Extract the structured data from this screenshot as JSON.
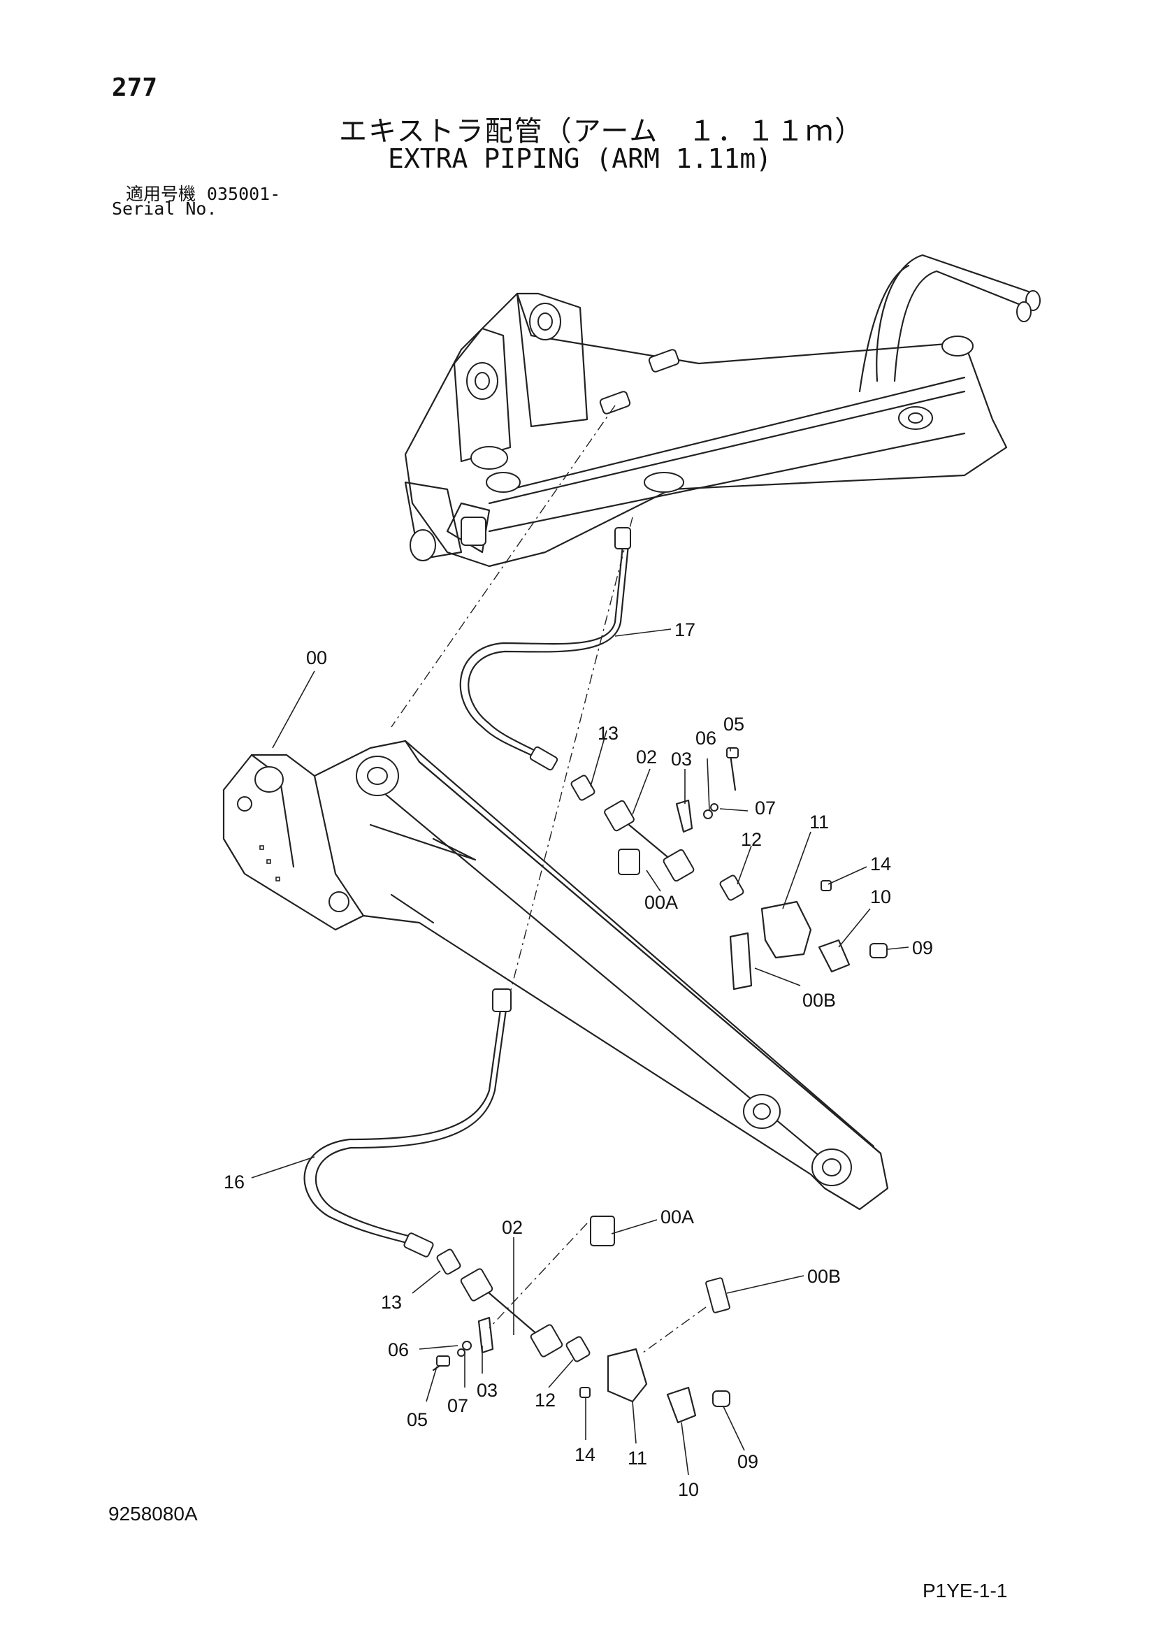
{
  "page_number": "277",
  "title_jp": "エキストラ配管（アーム　１．１１ｍ）",
  "title_en": "EXTRA PIPING (ARM 1.11m)",
  "serial_label_jp": "適用号機",
  "serial_value": "035001-",
  "serial_label_en": "Serial No.",
  "document_number": "9258080A",
  "page_code": "P1YE-1-1",
  "callouts": {
    "c00": "00",
    "c17": "17",
    "c13a": "13",
    "c02a": "02",
    "c03a": "03",
    "c06a": "06",
    "c05a": "05",
    "c07a": "07",
    "c11a": "11",
    "c12a": "12",
    "c14a": "14",
    "c10a": "10",
    "c09a": "09",
    "c00Aa": "00A",
    "c00Ba": "00B",
    "c16": "16",
    "c02b": "02",
    "c00Ab": "00A",
    "c00Bb": "00B",
    "c13b": "13",
    "c06b": "06",
    "c05b": "05",
    "c07b": "07",
    "c03b": "03",
    "c12b": "12",
    "c14b": "14",
    "c11b": "11",
    "c10b": "10",
    "c09b": "09"
  }
}
